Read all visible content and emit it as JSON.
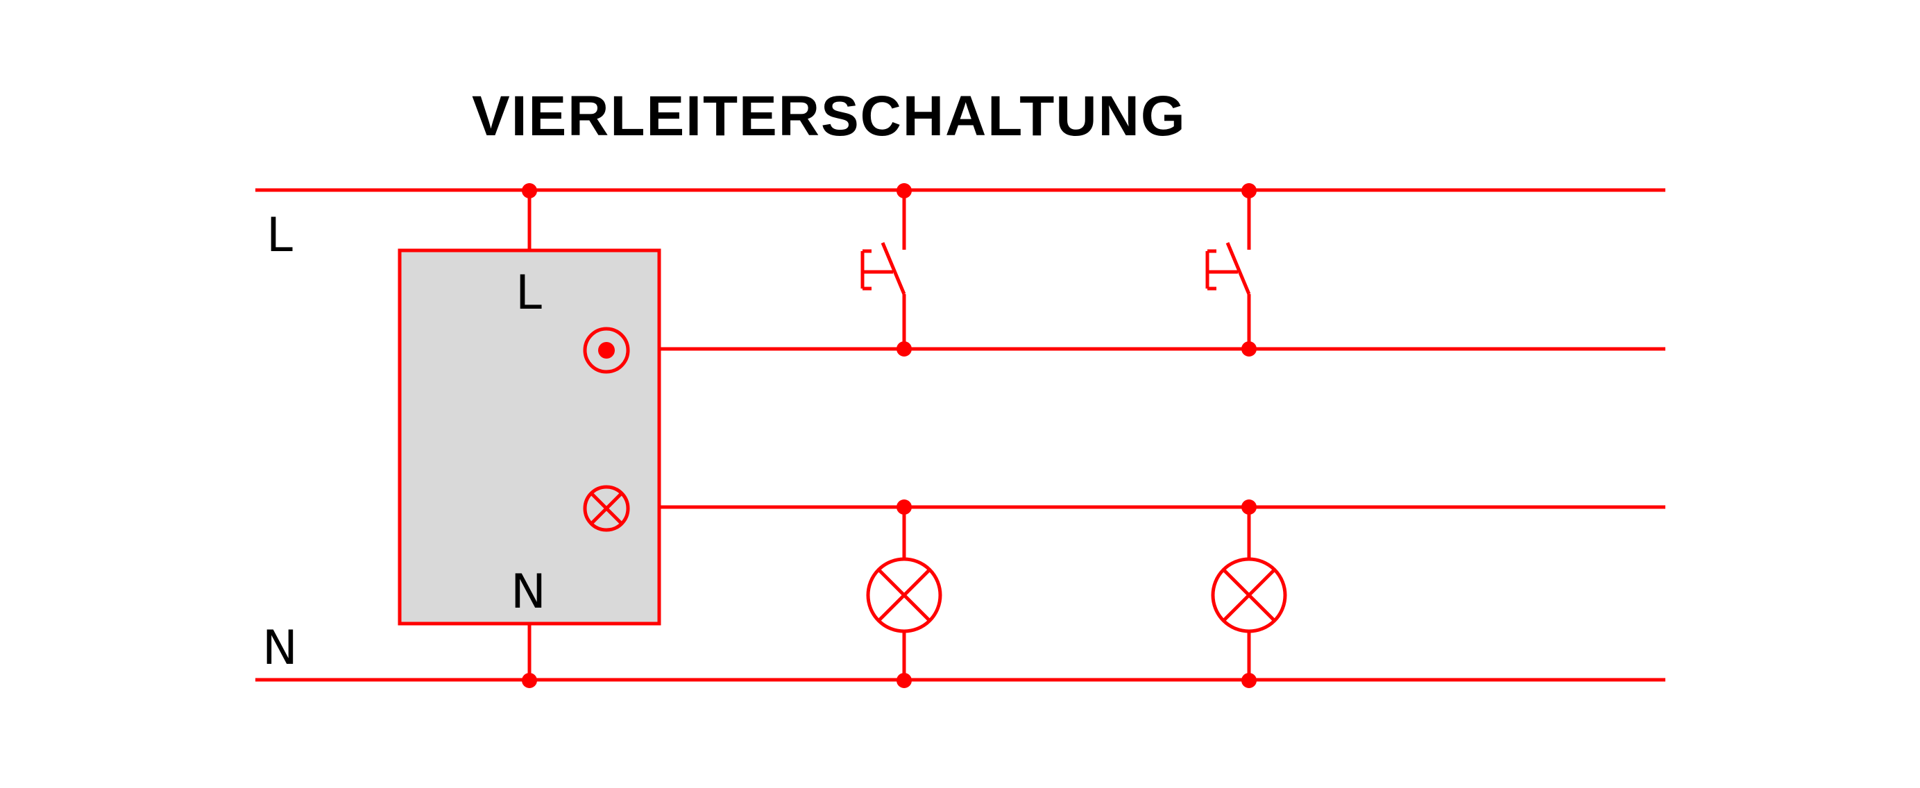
{
  "title": "VIERLEITERSCHALTUNG",
  "labels": {
    "line_L": "L",
    "line_N": "N",
    "device_L": "L",
    "device_N": "N"
  },
  "colors": {
    "wire": "#ff0000",
    "device_fill": "#d9d9d9",
    "text": "#000000"
  },
  "components": {
    "device": "relay / stromstoßschalter (grey box)",
    "pushbuttons": 2,
    "lamps": 2
  }
}
